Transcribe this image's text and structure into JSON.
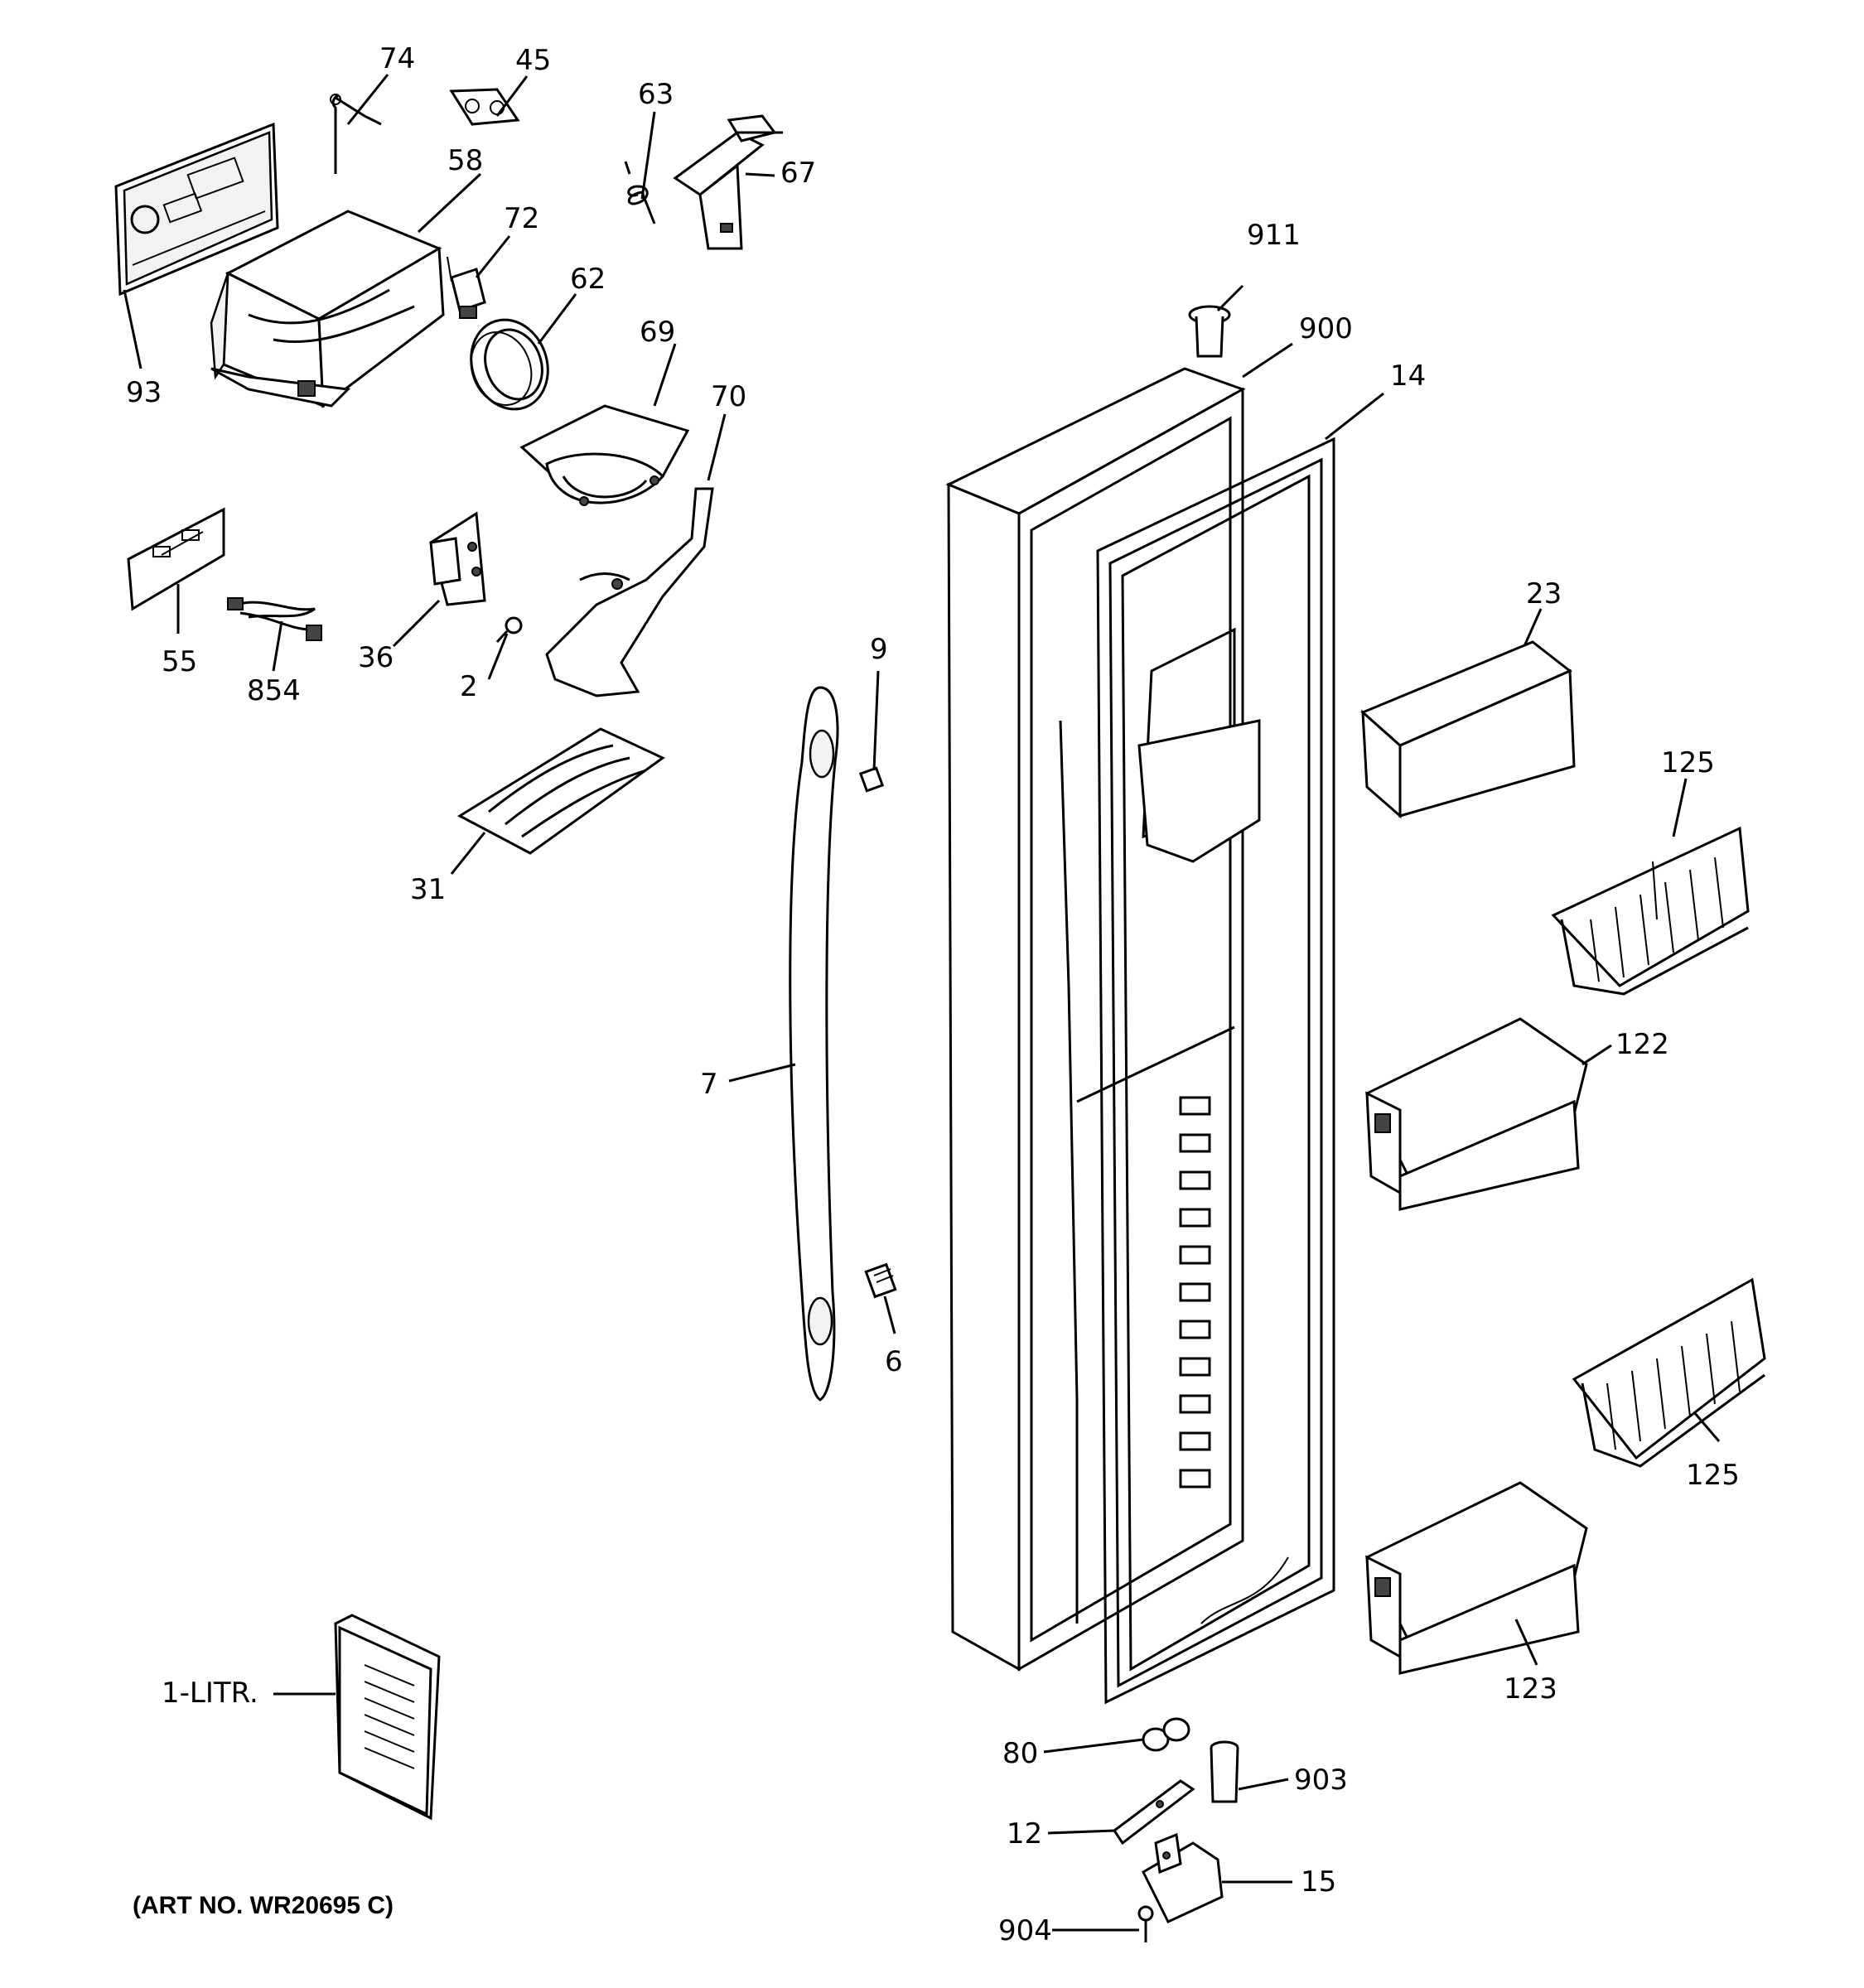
{
  "diagram": {
    "art_number": "(ART NO. WR20695 C)",
    "callouts": {
      "c74": "74",
      "c45": "45",
      "c63": "63",
      "c67": "67",
      "c58": "58",
      "c72": "72",
      "c62": "62",
      "c69": "69",
      "c70": "70",
      "c93": "93",
      "c911": "911",
      "c900": "900",
      "c14": "14",
      "c23": "23",
      "c125a": "125",
      "c55": "55",
      "c854": "854",
      "c36": "36",
      "c2": "2",
      "c9": "9",
      "c31": "31",
      "c7": "7",
      "c6": "6",
      "c122": "122",
      "c125b": "125",
      "c123": "123",
      "c1litr": "1-LITR.",
      "c80": "80",
      "c903": "903",
      "c12": "12",
      "c15": "15",
      "c904": "904"
    }
  }
}
